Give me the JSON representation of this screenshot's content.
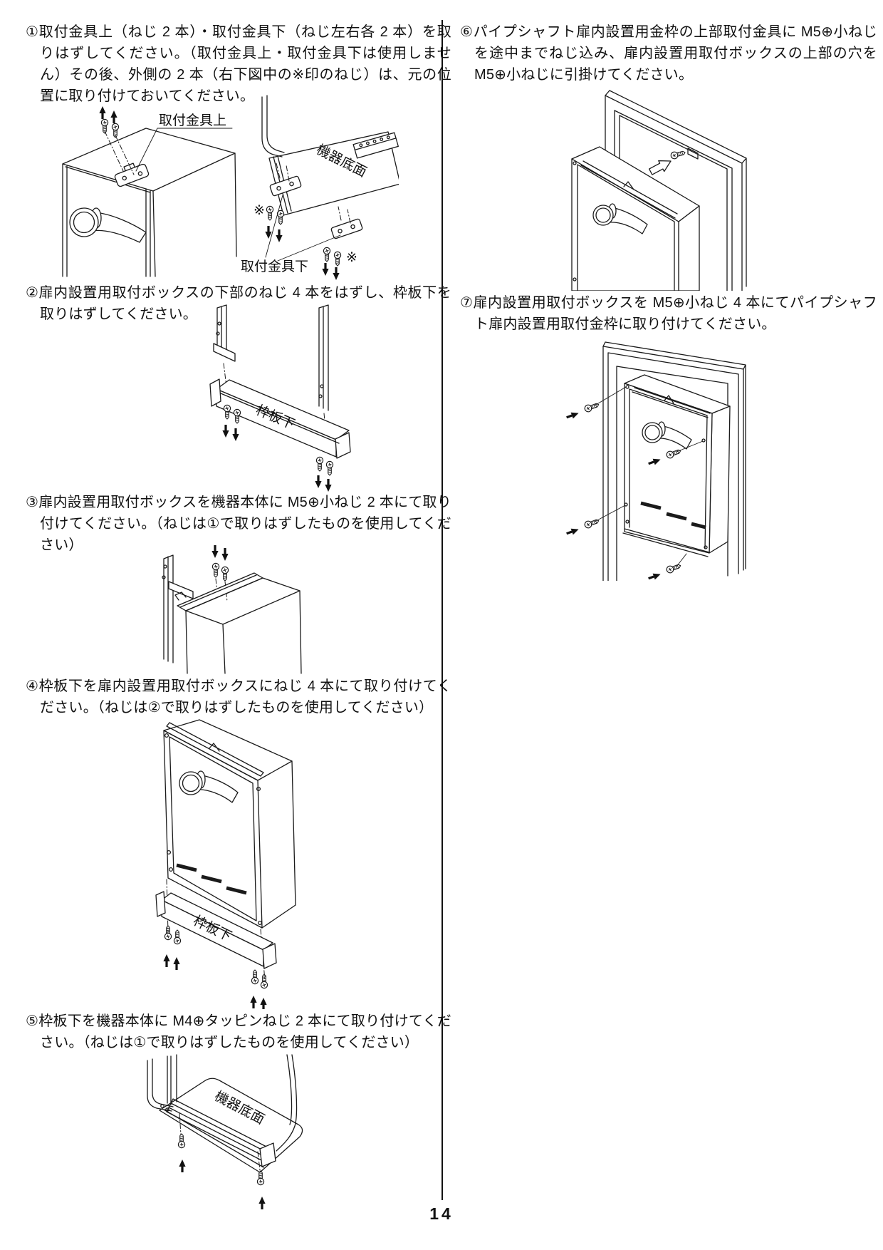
{
  "page": {
    "number": "14"
  },
  "steps": [
    {
      "text": "①取付金具上（ねじ 2 本）・取付金具下（ねじ左右各 2 本）を取りはずしてください。（取付金具上・取付金具下は使用しません）その後、外側の 2 本（右下図中の※印のねじ）は、元の位置に取り付けておいてください。"
    },
    {
      "text": "②扉内設置用取付ボックスの下部のねじ 4 本をはずし、枠板下を取りはずしてください。"
    },
    {
      "text": "③扉内設置用取付ボックスを機器本体に M5⊕小ねじ 2 本にて取り付けてください。（ねじは①で取りはずしたものを使用してください）"
    },
    {
      "text": "④枠板下を扉内設置用取付ボックスにねじ 4 本にて取り付けてください。（ねじは②で取りはずしたものを使用してください）"
    },
    {
      "text": "⑤枠板下を機器本体に M4⊕タッピンねじ 2 本にて取り付けてください。（ねじは①で取りはずしたものを使用してください）"
    },
    {
      "text": "⑥パイプシャフト扉内設置用金枠の上部取付金具に M5⊕小ねじを途中までねじ込み、扉内設置用取付ボックスの上部の穴を M5⊕小ねじに引掛けてください。"
    },
    {
      "text": "⑦扉内設置用取付ボックスを M5⊕小ねじ 4 本にてパイプシャフト扉内設置用取付金枠に取り付けてください。"
    }
  ],
  "figures": {
    "fig1": {
      "bracket_top_label": "取付金具上",
      "unit_bottom_label": "機器底面",
      "bracket_bottom_label": "取付金具下",
      "asterisk_mark": "※"
    },
    "fig2": {
      "frame_plate_label": "枠板下"
    },
    "fig4": {
      "frame_plate_label": "枠板下"
    },
    "fig5": {
      "unit_bottom_label": "機器底面"
    }
  }
}
